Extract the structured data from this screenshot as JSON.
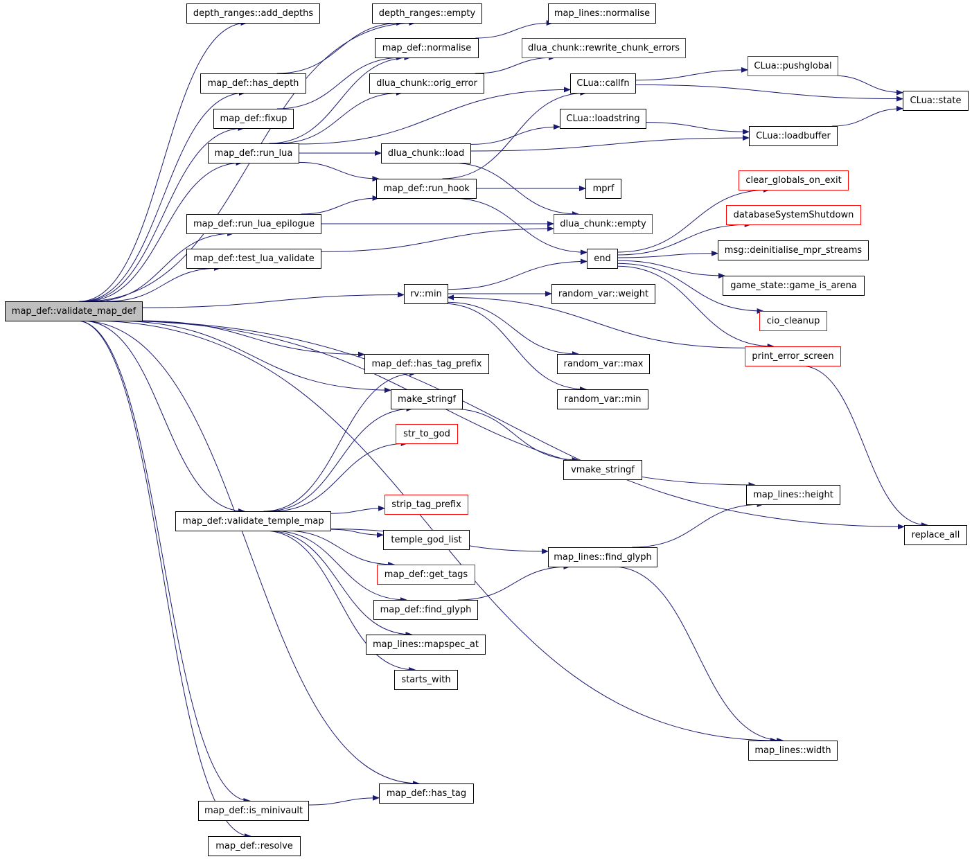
{
  "colors": {
    "edge": "#191970",
    "root_fill": "#bfbfbf",
    "node_border": "#000000",
    "truncated_border": "#ff0000",
    "background": "#ffffff"
  },
  "nodes": [
    {
      "id": "validate_map_def",
      "label": "map_def::validate_map_def",
      "style": "root"
    },
    {
      "id": "add_depths",
      "label": "depth_ranges::add_depths",
      "style": "normal"
    },
    {
      "id": "dr_empty",
      "label": "depth_ranges::empty",
      "style": "normal"
    },
    {
      "id": "ml_normalise",
      "label": "map_lines::normalise",
      "style": "normal"
    },
    {
      "id": "md_normalise",
      "label": "map_def::normalise",
      "style": "normal"
    },
    {
      "id": "rewrite_chunk_errors",
      "label": "dlua_chunk::rewrite_chunk_errors",
      "style": "truncated"
    },
    {
      "id": "has_depth",
      "label": "map_def::has_depth",
      "style": "normal"
    },
    {
      "id": "orig_error",
      "label": "dlua_chunk::orig_error",
      "style": "normal"
    },
    {
      "id": "callfn",
      "label": "CLua::callfn",
      "style": "normal"
    },
    {
      "id": "pushglobal",
      "label": "CLua::pushglobal",
      "style": "truncated"
    },
    {
      "id": "clua_state",
      "label": "CLua::state",
      "style": "normal"
    },
    {
      "id": "fixup",
      "label": "map_def::fixup",
      "style": "normal"
    },
    {
      "id": "loadstring",
      "label": "CLua::loadstring",
      "style": "normal"
    },
    {
      "id": "loadbuffer",
      "label": "CLua::loadbuffer",
      "style": "normal"
    },
    {
      "id": "run_lua",
      "label": "map_def::run_lua",
      "style": "normal"
    },
    {
      "id": "dlua_load",
      "label": "dlua_chunk::load",
      "style": "normal"
    },
    {
      "id": "clear_globals",
      "label": "clear_globals_on_exit",
      "style": "truncated"
    },
    {
      "id": "run_hook",
      "label": "map_def::run_hook",
      "style": "normal"
    },
    {
      "id": "mprf",
      "label": "mprf",
      "style": "normal"
    },
    {
      "id": "db_shutdown",
      "label": "databaseSystemShutdown",
      "style": "truncated"
    },
    {
      "id": "run_lua_epilogue",
      "label": "map_def::run_lua_epilogue",
      "style": "normal"
    },
    {
      "id": "dlua_empty",
      "label": "dlua_chunk::empty",
      "style": "truncated"
    },
    {
      "id": "deinit_mpr",
      "label": "msg::deinitialise_mpr_streams",
      "style": "normal"
    },
    {
      "id": "test_lua_validate",
      "label": "map_def::test_lua_validate",
      "style": "normal"
    },
    {
      "id": "end",
      "label": "end",
      "style": "normal"
    },
    {
      "id": "game_is_arena",
      "label": "game_state::game_is_arena",
      "style": "normal"
    },
    {
      "id": "rv_min",
      "label": "rv::min",
      "style": "normal"
    },
    {
      "id": "rv_weight",
      "label": "random_var::weight",
      "style": "normal"
    },
    {
      "id": "cio_cleanup",
      "label": "cio_cleanup",
      "style": "truncated"
    },
    {
      "id": "has_tag_prefix",
      "label": "map_def::has_tag_prefix",
      "style": "normal"
    },
    {
      "id": "rv_max",
      "label": "random_var::max",
      "style": "normal"
    },
    {
      "id": "print_error_screen",
      "label": "print_error_screen",
      "style": "truncated"
    },
    {
      "id": "make_stringf",
      "label": "make_stringf",
      "style": "normal"
    },
    {
      "id": "rvar_min",
      "label": "random_var::min",
      "style": "normal"
    },
    {
      "id": "str_to_god",
      "label": "str_to_god",
      "style": "truncated"
    },
    {
      "id": "vmake_stringf",
      "label": "vmake_stringf",
      "style": "normal"
    },
    {
      "id": "ml_height",
      "label": "map_lines::height",
      "style": "normal"
    },
    {
      "id": "strip_tag_prefix",
      "label": "strip_tag_prefix",
      "style": "truncated"
    },
    {
      "id": "validate_temple_map",
      "label": "map_def::validate_temple_map",
      "style": "normal"
    },
    {
      "id": "replace_all",
      "label": "replace_all",
      "style": "normal"
    },
    {
      "id": "temple_god_list",
      "label": "temple_god_list",
      "style": "normal"
    },
    {
      "id": "ml_find_glyph",
      "label": "map_lines::find_glyph",
      "style": "normal"
    },
    {
      "id": "get_tags",
      "label": "map_def::get_tags",
      "style": "truncated"
    },
    {
      "id": "md_find_glyph",
      "label": "map_def::find_glyph",
      "style": "normal"
    },
    {
      "id": "mapspec_at",
      "label": "map_lines::mapspec_at",
      "style": "normal"
    },
    {
      "id": "starts_with",
      "label": "starts_with",
      "style": "normal"
    },
    {
      "id": "ml_width",
      "label": "map_lines::width",
      "style": "normal"
    },
    {
      "id": "has_tag",
      "label": "map_def::has_tag",
      "style": "normal"
    },
    {
      "id": "is_minivault",
      "label": "map_def::is_minivault",
      "style": "normal"
    },
    {
      "id": "resolve",
      "label": "map_def::resolve",
      "style": "normal"
    }
  ],
  "edges": [
    [
      "validate_map_def",
      "add_depths"
    ],
    [
      "validate_map_def",
      "dr_empty"
    ],
    [
      "validate_map_def",
      "has_depth"
    ],
    [
      "validate_map_def",
      "fixup"
    ],
    [
      "validate_map_def",
      "run_lua"
    ],
    [
      "validate_map_def",
      "run_lua_epilogue"
    ],
    [
      "validate_map_def",
      "test_lua_validate"
    ],
    [
      "validate_map_def",
      "rv_min"
    ],
    [
      "validate_map_def",
      "has_tag_prefix"
    ],
    [
      "validate_map_def",
      "make_stringf"
    ],
    [
      "validate_map_def",
      "ml_height"
    ],
    [
      "validate_map_def",
      "validate_temple_map"
    ],
    [
      "validate_map_def",
      "replace_all"
    ],
    [
      "validate_map_def",
      "ml_width"
    ],
    [
      "validate_map_def",
      "has_tag"
    ],
    [
      "validate_map_def",
      "is_minivault"
    ],
    [
      "validate_map_def",
      "resolve"
    ],
    [
      "has_depth",
      "dr_empty"
    ],
    [
      "fixup",
      "md_normalise"
    ],
    [
      "md_normalise",
      "ml_normalise"
    ],
    [
      "run_lua",
      "md_normalise"
    ],
    [
      "run_lua",
      "orig_error"
    ],
    [
      "run_lua",
      "callfn"
    ],
    [
      "run_lua",
      "dlua_load"
    ],
    [
      "run_lua",
      "run_hook"
    ],
    [
      "orig_error",
      "rewrite_chunk_errors"
    ],
    [
      "callfn",
      "pushglobal"
    ],
    [
      "callfn",
      "clua_state"
    ],
    [
      "pushglobal",
      "clua_state"
    ],
    [
      "loadstring",
      "loadbuffer"
    ],
    [
      "loadbuffer",
      "clua_state"
    ],
    [
      "dlua_load",
      "loadstring"
    ],
    [
      "dlua_load",
      "loadbuffer"
    ],
    [
      "dlua_load",
      "dlua_empty"
    ],
    [
      "run_hook",
      "callfn"
    ],
    [
      "run_hook",
      "mprf"
    ],
    [
      "run_hook",
      "end"
    ],
    [
      "run_lua_epilogue",
      "run_hook"
    ],
    [
      "run_lua_epilogue",
      "dlua_empty"
    ],
    [
      "test_lua_validate",
      "dlua_empty"
    ],
    [
      "end",
      "clear_globals"
    ],
    [
      "end",
      "db_shutdown"
    ],
    [
      "end",
      "deinit_mpr"
    ],
    [
      "end",
      "game_is_arena"
    ],
    [
      "end",
      "cio_cleanup"
    ],
    [
      "end",
      "print_error_screen"
    ],
    [
      "rv_min",
      "end"
    ],
    [
      "rv_min",
      "rv_weight"
    ],
    [
      "rv_min",
      "rv_max"
    ],
    [
      "rv_min",
      "rvar_min"
    ],
    [
      "print_error_screen",
      "rv_min"
    ],
    [
      "print_error_screen",
      "replace_all"
    ],
    [
      "make_stringf",
      "vmake_stringf"
    ],
    [
      "validate_temple_map",
      "has_tag_prefix"
    ],
    [
      "validate_temple_map",
      "make_stringf"
    ],
    [
      "validate_temple_map",
      "str_to_god"
    ],
    [
      "validate_temple_map",
      "strip_tag_prefix"
    ],
    [
      "validate_temple_map",
      "temple_god_list"
    ],
    [
      "validate_temple_map",
      "ml_find_glyph"
    ],
    [
      "validate_temple_map",
      "get_tags"
    ],
    [
      "validate_temple_map",
      "md_find_glyph"
    ],
    [
      "validate_temple_map",
      "mapspec_at"
    ],
    [
      "validate_temple_map",
      "starts_with"
    ],
    [
      "md_find_glyph",
      "ml_find_glyph"
    ],
    [
      "ml_find_glyph",
      "ml_height"
    ],
    [
      "ml_find_glyph",
      "ml_width"
    ],
    [
      "is_minivault",
      "has_tag"
    ]
  ]
}
